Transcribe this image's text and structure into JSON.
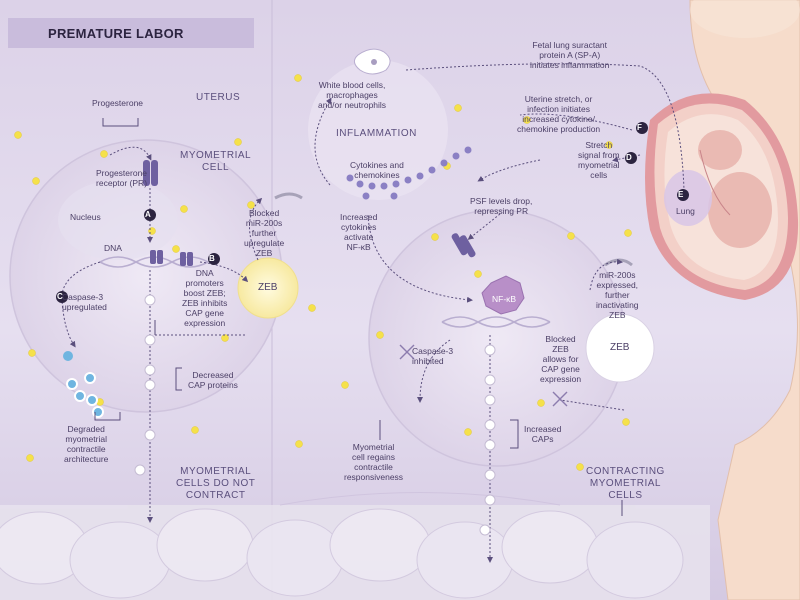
{
  "title": "PREMATURE LABOR",
  "left": {
    "progesterone": "Progesterone",
    "uterus": "UTERUS",
    "receptor": "Progesterone\nreceptor (PR)",
    "myometrial_cell": "MYOMETRIAL\nCELL",
    "nucleus": "Nucleus",
    "dna": "DNA",
    "blocked_mir": "Blocked\nmiR-200s\nfurther\nupregulate\nZEB",
    "zeb": "ZEB",
    "dna_promoters": "DNA\npromoters\nboost ZEB;\nZEB inhibits\nCAP gene\nexpression",
    "caspase": "Caspase-3\nupregulated",
    "decreased_cap": "Decreased\nCAP proteins",
    "degraded": "Degraded\nmyometrial\ncontractile\narchitecture",
    "no_contract": "MYOMETRIAL\nCELLS DO NOT\nCONTRACT"
  },
  "right": {
    "wbc": "White blood cells,\nmacrophages\nand/or neutrophils",
    "inflammation": "INFLAMMATION",
    "cytokines": "Cytokines and\nchemokines",
    "increased_cytokines": "Increased\ncytokines\nactivate\nNF-κB",
    "fetal_lung": "Fetal lung suractant\nprotein A (SP-A)\ninitiates inflammation",
    "uterine_stretch": "Uterine stretch, or\ninfection initiates\nincreased cytokine/\nchemokine production",
    "stretch_signal": "Stretch\nsignal from\nmyometrial\ncells",
    "psf": "PSF levels drop,\nrepressing PR",
    "nfkb": "NF-κB",
    "mir_expressed": "miR-200s\nexpressed,\nfurther\ninactivating\nZEB",
    "zeb": "ZEB",
    "blocked_zeb": "Blocked\nZEB\nallows for\nCAP gene\nexpression",
    "caspase_inhibited": "Caspase-3\ninhibited",
    "increased_caps": "Increased\nCAPs",
    "regains": "Myometrial\ncell regains\ncontractile\nresponsiveness",
    "contracting": "CONTRACTING\nMYOMETRIAL\nCELLS",
    "lung": "Lung"
  },
  "markers": {
    "a": "A",
    "b": "B",
    "c": "C",
    "d": "D",
    "e": "E",
    "f": "F"
  },
  "colors": {
    "accent": "#7e6aa8",
    "pr_receptor": "#6e60a0",
    "zeb": "#fbf2b4",
    "dot": "#f5e14a",
    "skin": "#f6dccb",
    "uterus_wall": "#e29a9f",
    "nfkb": "#b88fc8"
  }
}
